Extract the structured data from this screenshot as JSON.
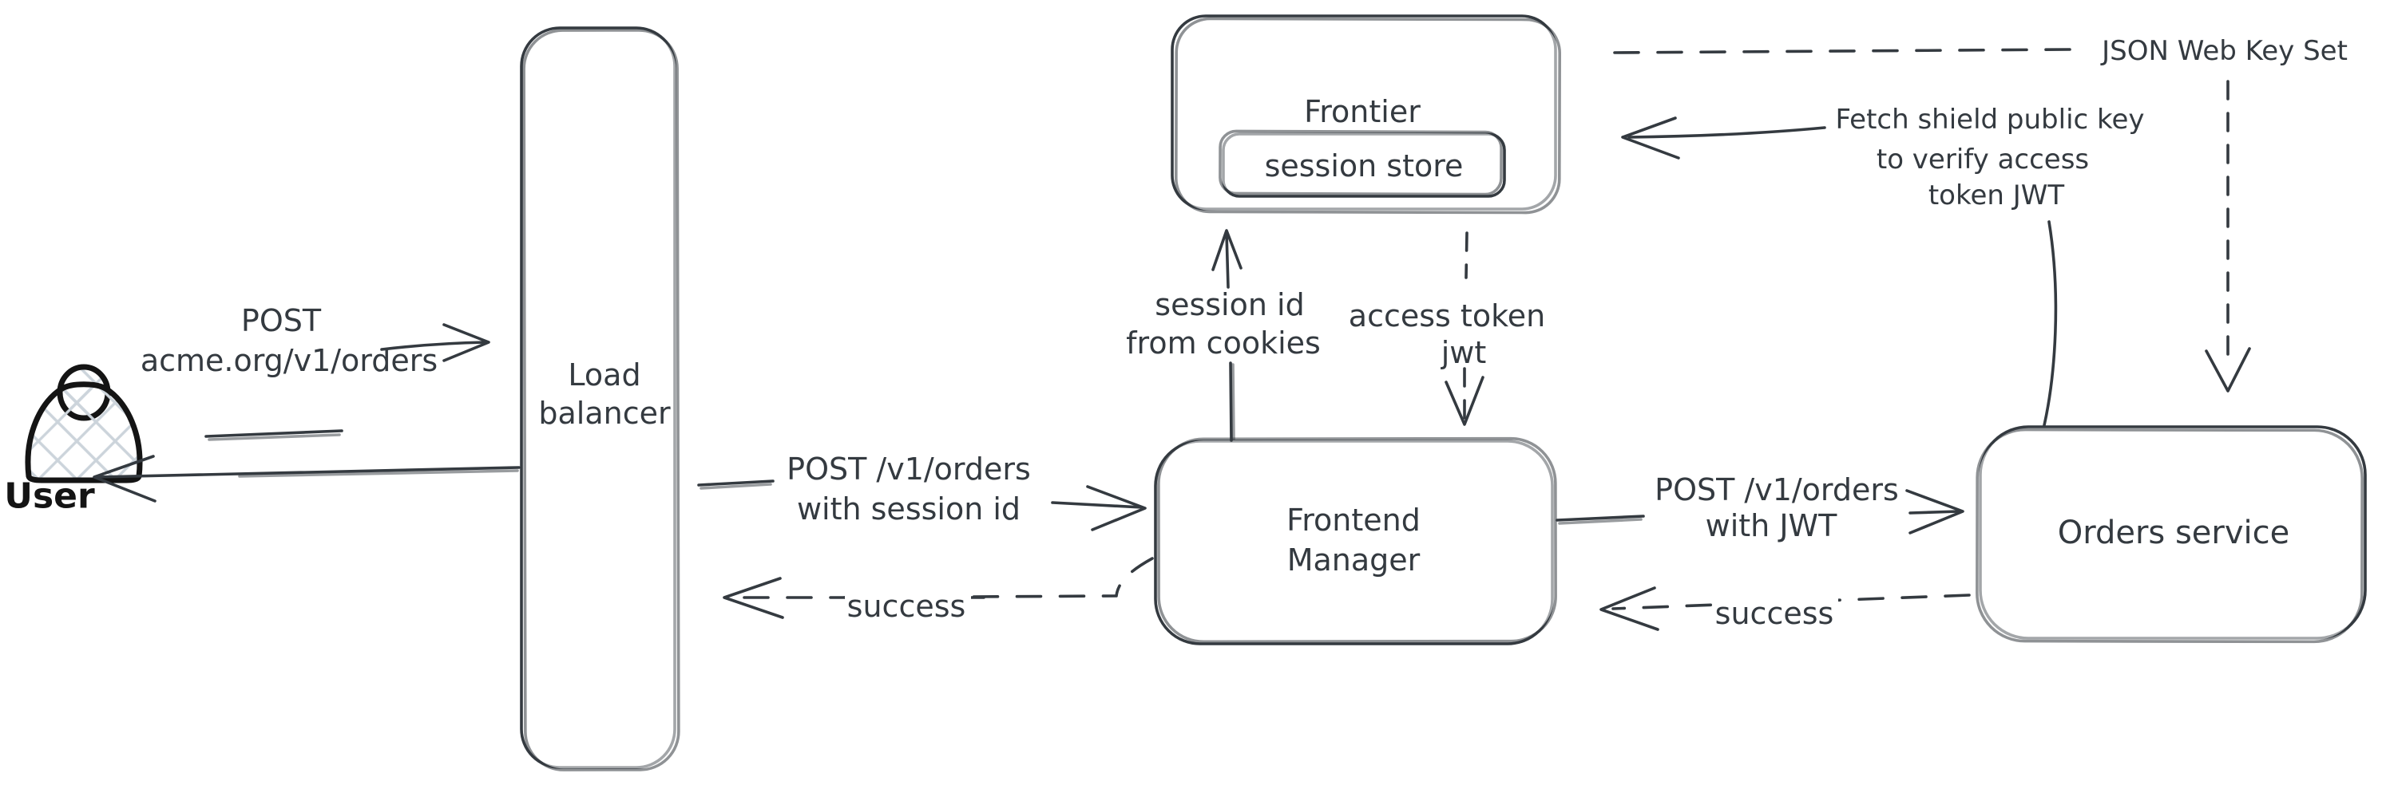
{
  "diagram": {
    "user": {
      "label": "User"
    },
    "nodes": {
      "load_balancer": {
        "lines": [
          "Load",
          "balancer"
        ]
      },
      "frontier": {
        "label": "Frontier"
      },
      "session_store": {
        "label": "session store"
      },
      "frontend_manager": {
        "lines": [
          "Frontend",
          "Manager"
        ]
      },
      "orders_service": {
        "label": "Orders service"
      }
    },
    "edges": {
      "user_request": {
        "lines": [
          "POST",
          "acme.org/v1/orders"
        ]
      },
      "lb_to_frontend": {
        "lines": [
          "POST /v1/orders",
          "with session id"
        ]
      },
      "session_lookup": {
        "lines": [
          "session id",
          "from cookies"
        ]
      },
      "access_token": {
        "lines": [
          "access token",
          "jwt"
        ]
      },
      "frontend_to_orders": {
        "lines": [
          "POST /v1/orders",
          "with JWT"
        ]
      },
      "success_to_lb": {
        "label": "success"
      },
      "success_to_frontend": {
        "label": "success"
      },
      "jwks": {
        "label": "JSON Web Key Set"
      },
      "fetch_key": {
        "lines": [
          "Fetch shield public key",
          "to verify access",
          "token JWT"
        ]
      }
    },
    "colors": {
      "stroke": "#343a40",
      "user_stroke": "#141414",
      "hatch": "#ccd4db",
      "background": "#ffffff"
    }
  }
}
